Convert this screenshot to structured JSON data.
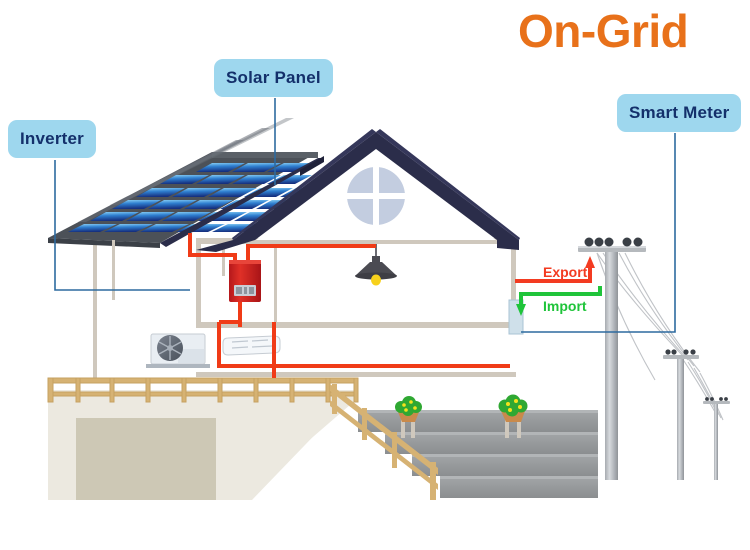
{
  "title": {
    "text": "On-Grid",
    "color": "#e8711a"
  },
  "labels": {
    "inverter": "Inverter",
    "solar_panel": "Solar Panel",
    "smart_meter": "Smart Meter",
    "box_fill": "#9ed7ee",
    "box_text_color": "#14306b",
    "leader_color": "#2d6a9f"
  },
  "flows": [
    {
      "name": "export",
      "text": "Export",
      "color": "#f33b21",
      "direction": "to-grid"
    },
    {
      "name": "import",
      "text": "Import",
      "color": "#1fc43a",
      "direction": "from-grid"
    }
  ],
  "components": {
    "solar_panel": {
      "cell_color_light": "#6fc3f0",
      "cell_color_dark": "#1d3f96",
      "frame_color": "#4a4f56"
    },
    "inverter": {
      "color": "#d11f1f",
      "display_color": "#c9ced6"
    },
    "roof": {
      "color": "#2b2d4a"
    },
    "window": {
      "glass_color": "#c3cde0"
    },
    "lamp": {
      "shade_color": "#4b4b52",
      "bulb_color": "#f7d11c"
    },
    "ac_outdoor": {
      "body_color": "#dde3ea",
      "fan_color": "#5c6470"
    },
    "ac_indoor": {
      "body_color": "#eef2f6"
    },
    "stairs": {
      "color": "#949799"
    },
    "railing": {
      "color": "#d6b273"
    },
    "plant": {
      "leaf_color": "#2fa832",
      "flower_color": "#f5e21c",
      "pot_color": "#c98a4b"
    },
    "foundation": {
      "color": "#ece9e0",
      "panel_color": "#cdc8b5"
    },
    "utility_poles": {
      "count": 3,
      "pole_color": "#b8bcc0",
      "insulator_color": "#3a3f46",
      "wire_color": "#b9bcc0"
    },
    "wiring": {
      "dc_ac_color": "#f03b17",
      "meter_box_color": "#cfe0ea"
    }
  }
}
